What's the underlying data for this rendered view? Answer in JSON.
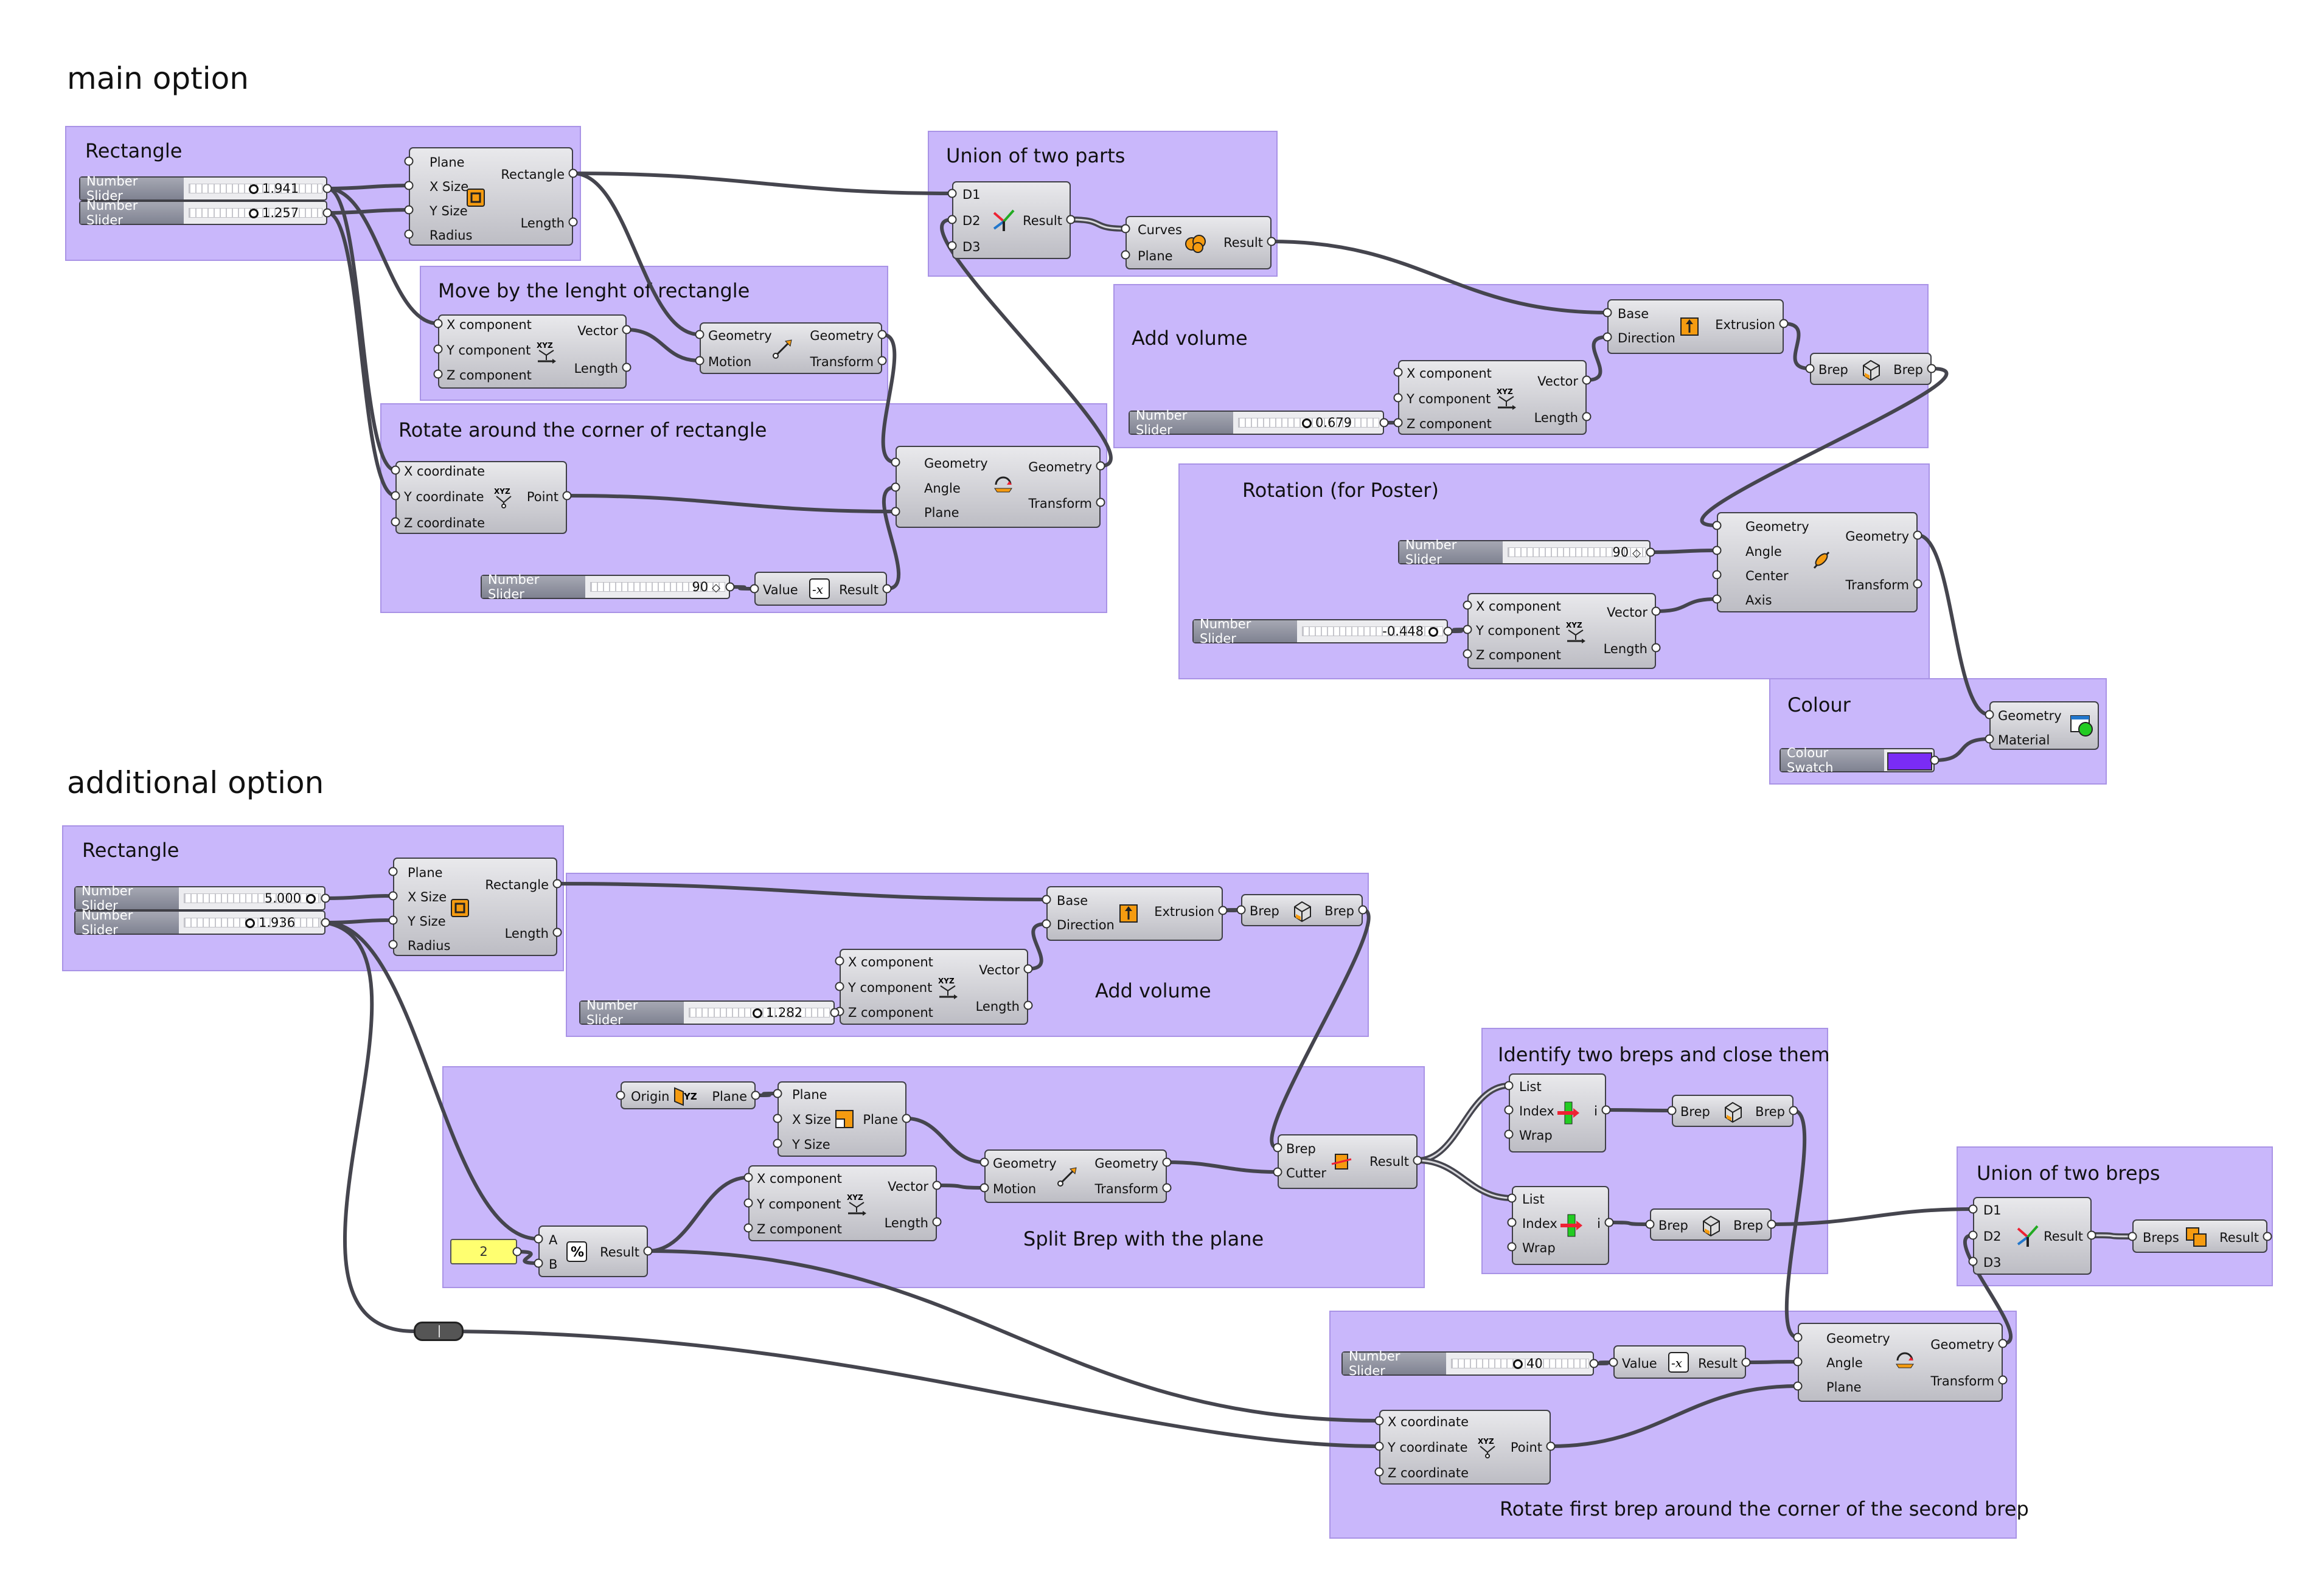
{
  "sections": {
    "main": "main option",
    "additional": "additional option"
  },
  "groups": {
    "g_rect1": "Rectangle",
    "g_move": "Move by the lenght of rectangle",
    "g_rotate1": "Rotate around the corner of rectangle",
    "g_union1": "Union of two parts",
    "g_volume1": "Add volume",
    "g_rotposter": "Rotation (for Poster)",
    "g_colour": "Colour",
    "g_rect2": "Rectangle",
    "g_volume2": "Add volume",
    "g_split": "Split Brep with the plane",
    "g_identify": "Identify two breps and close them",
    "g_union2": "Union of two breps",
    "g_rotate2": "Rotate first brep around the corner of the second brep"
  },
  "sliders": {
    "s1": {
      "label": "Number Slider",
      "value": "1.941"
    },
    "s2": {
      "label": "Number Slider",
      "value": "1.257"
    },
    "s3": {
      "label": "Number Slider",
      "value": "90"
    },
    "s4": {
      "label": "Number Slider",
      "value": "0.679"
    },
    "s5": {
      "label": "Number Slider",
      "value": "90"
    },
    "s6": {
      "label": "Number Slider",
      "value": "-0.448"
    },
    "s7": {
      "label": "Number Slider",
      "value": "5.000"
    },
    "s8": {
      "label": "Number Slider",
      "value": "1.936"
    },
    "s9": {
      "label": "Number Slider",
      "value": "1.282"
    },
    "s10": {
      "label": "Number Slider",
      "value": "40"
    }
  },
  "colour_swatch": {
    "label": "Colour Swatch",
    "color": "#7a2cf5"
  },
  "panel_value": "2",
  "components": {
    "rect1": {
      "in": [
        "Plane",
        "X Size",
        "Y Size",
        "Radius"
      ],
      "out": [
        "Rectangle",
        "Length"
      ],
      "icon": "rectangle-icon"
    },
    "vec1": {
      "in": [
        "X component",
        "Y component",
        "Z component"
      ],
      "out": [
        "Vector",
        "Length"
      ],
      "icon": "vector-xyz-icon"
    },
    "move1": {
      "in": [
        "Geometry",
        "Motion"
      ],
      "out": [
        "Geometry",
        "Transform"
      ],
      "icon": "move-icon"
    },
    "pt1": {
      "in": [
        "X coordinate",
        "Y coordinate",
        "Z coordinate"
      ],
      "out": [
        "Point"
      ],
      "icon": "point-xyz-icon"
    },
    "rot1": {
      "in": [
        "Geometry",
        "Angle",
        "Plane"
      ],
      "out": [
        "Geometry",
        "Transform"
      ],
      "icon": "rotate-icon"
    },
    "val1": {
      "in": [
        "Value"
      ],
      "out": [
        "Result"
      ],
      "icon": "expression-icon"
    },
    "union1": {
      "in": [
        "D1",
        "D2",
        "D3"
      ],
      "out": [
        "Result"
      ],
      "icon": "merge-icon"
    },
    "bu1": {
      "in": [
        "Curves",
        "Plane"
      ],
      "out": [
        "Result"
      ],
      "icon": "boundary-union-icon"
    },
    "ext1": {
      "in": [
        "Base",
        "Direction"
      ],
      "out": [
        "Extrusion"
      ],
      "icon": "extrude-icon"
    },
    "vec2": {
      "in": [
        "X component",
        "Y component",
        "Z component"
      ],
      "out": [
        "Vector",
        "Length"
      ],
      "icon": "vector-xyz-icon"
    },
    "cap1": {
      "in": [
        "Brep"
      ],
      "out": [
        "Brep"
      ],
      "icon": "cap-holes-icon"
    },
    "rotax": {
      "in": [
        "Geometry",
        "Angle",
        "Center",
        "Axis"
      ],
      "out": [
        "Geometry",
        "Transform"
      ],
      "icon": "rotate-axis-icon"
    },
    "vec3": {
      "in": [
        "X component",
        "Y component",
        "Z component"
      ],
      "out": [
        "Vector",
        "Length"
      ],
      "icon": "vector-xyz-icon"
    },
    "preview": {
      "in": [
        "Geometry",
        "Material"
      ],
      "out": [],
      "icon": "custom-preview-icon"
    },
    "rect2": {
      "in": [
        "Plane",
        "X Size",
        "Y Size",
        "Radius"
      ],
      "out": [
        "Rectangle",
        "Length"
      ],
      "icon": "rectangle-icon"
    },
    "ext2": {
      "in": [
        "Base",
        "Direction"
      ],
      "out": [
        "Extrusion"
      ],
      "icon": "extrude-icon"
    },
    "cap2": {
      "in": [
        "Brep"
      ],
      "out": [
        "Brep"
      ],
      "icon": "cap-holes-icon"
    },
    "vec4": {
      "in": [
        "X component",
        "Y component",
        "Z component"
      ],
      "out": [
        "Vector",
        "Length"
      ],
      "icon": "vector-xyz-icon"
    },
    "yz": {
      "in": [
        "Origin"
      ],
      "out": [
        "Plane"
      ],
      "icon": "yz-plane-icon"
    },
    "pln": {
      "in": [
        "Plane",
        "X Size",
        "Y Size"
      ],
      "out": [
        "Plane"
      ],
      "icon": "plane-surface-icon"
    },
    "div": {
      "in": [
        "A",
        "B"
      ],
      "out": [
        "Result"
      ],
      "icon": "division-icon"
    },
    "vec5": {
      "in": [
        "X component",
        "Y component",
        "Z component"
      ],
      "out": [
        "Vector",
        "Length"
      ],
      "icon": "vector-xyz-icon"
    },
    "move2": {
      "in": [
        "Geometry",
        "Motion"
      ],
      "out": [
        "Geometry",
        "Transform"
      ],
      "icon": "move-icon"
    },
    "split": {
      "in": [
        "Brep",
        "Cutter"
      ],
      "out": [
        "Result"
      ],
      "icon": "split-brep-icon"
    },
    "li1": {
      "in": [
        "List",
        "Index",
        "Wrap"
      ],
      "out": [
        "i"
      ],
      "icon": "list-item-icon"
    },
    "li2": {
      "in": [
        "List",
        "Index",
        "Wrap"
      ],
      "out": [
        "i"
      ],
      "icon": "list-item-icon"
    },
    "cap3": {
      "in": [
        "Brep"
      ],
      "out": [
        "Brep"
      ],
      "icon": "cap-holes-icon"
    },
    "cap4": {
      "in": [
        "Brep"
      ],
      "out": [
        "Brep"
      ],
      "icon": "cap-holes-icon"
    },
    "union2": {
      "in": [
        "D1",
        "D2",
        "D3"
      ],
      "out": [
        "Result"
      ],
      "icon": "merge-icon"
    },
    "sunion": {
      "in": [
        "Breps"
      ],
      "out": [
        "Result"
      ],
      "icon": "solid-union-icon"
    },
    "rot2": {
      "in": [
        "Geometry",
        "Angle",
        "Plane"
      ],
      "out": [
        "Geometry",
        "Transform"
      ],
      "icon": "rotate-icon"
    },
    "val2": {
      "in": [
        "Value"
      ],
      "out": [
        "Result"
      ],
      "icon": "expression-icon"
    },
    "pt2": {
      "in": [
        "X coordinate",
        "Y coordinate",
        "Z coordinate"
      ],
      "out": [
        "Point"
      ],
      "icon": "point-xyz-icon"
    }
  }
}
